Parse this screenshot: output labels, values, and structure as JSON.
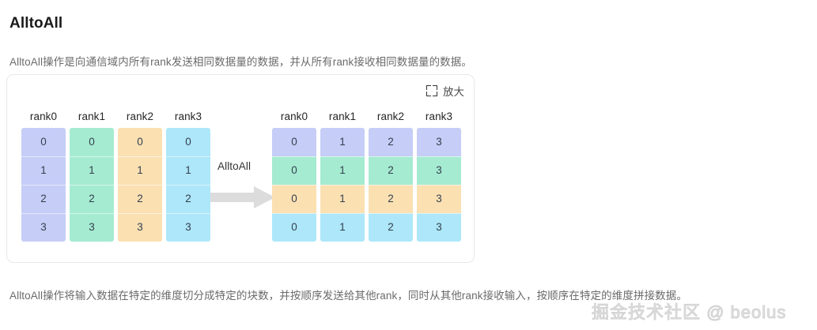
{
  "page_title": "AlltoAll",
  "intro_paragraph": "AlltoAll操作是向通信域内所有rank发送相同数据量的数据，并从所有rank接收相同数据量的数据。",
  "outro_paragraph": "AlltoAll操作将输入数据在特定的维度切分成特定的块数，并按顺序发送给其他rank，同时从其他rank接收输入，按顺序在特定的维度拼接数据。",
  "diagram": {
    "expand_button_label": "放大",
    "expand_icon": "expand-icon",
    "operation_label": "AlltoAll",
    "arrow_icon": "right-arrow-icon",
    "arrow_color": "#dcdcdc",
    "palette": {
      "periwinkle": "#c6cdf7",
      "mint": "#a5ebd1",
      "peach": "#fbe0b2",
      "cyan": "#ade7f9"
    },
    "input_matrix": {
      "headers": [
        "rank0",
        "rank1",
        "rank2",
        "rank3"
      ],
      "columns": [
        {
          "header": "rank0",
          "color": "#c6cdf7",
          "values": [
            "0",
            "1",
            "2",
            "3"
          ]
        },
        {
          "header": "rank1",
          "color": "#a5ebd1",
          "values": [
            "0",
            "1",
            "2",
            "3"
          ]
        },
        {
          "header": "rank2",
          "color": "#fbe0b2",
          "values": [
            "0",
            "1",
            "2",
            "3"
          ]
        },
        {
          "header": "rank3",
          "color": "#ade7f9",
          "values": [
            "0",
            "1",
            "2",
            "3"
          ]
        }
      ]
    },
    "output_matrix": {
      "headers": [
        "rank0",
        "rank1",
        "rank2",
        "rank3"
      ],
      "row_colors": [
        "#c6cdf7",
        "#a5ebd1",
        "#fbe0b2",
        "#ade7f9"
      ],
      "columns": [
        {
          "header": "rank0",
          "values": [
            "0",
            "0",
            "0",
            "0"
          ]
        },
        {
          "header": "rank1",
          "values": [
            "1",
            "1",
            "1",
            "1"
          ]
        },
        {
          "header": "rank2",
          "values": [
            "2",
            "2",
            "2",
            "2"
          ]
        },
        {
          "header": "rank3",
          "values": [
            "3",
            "3",
            "3",
            "3"
          ]
        }
      ]
    }
  },
  "watermark": "掘金技术社区 @ beolus"
}
